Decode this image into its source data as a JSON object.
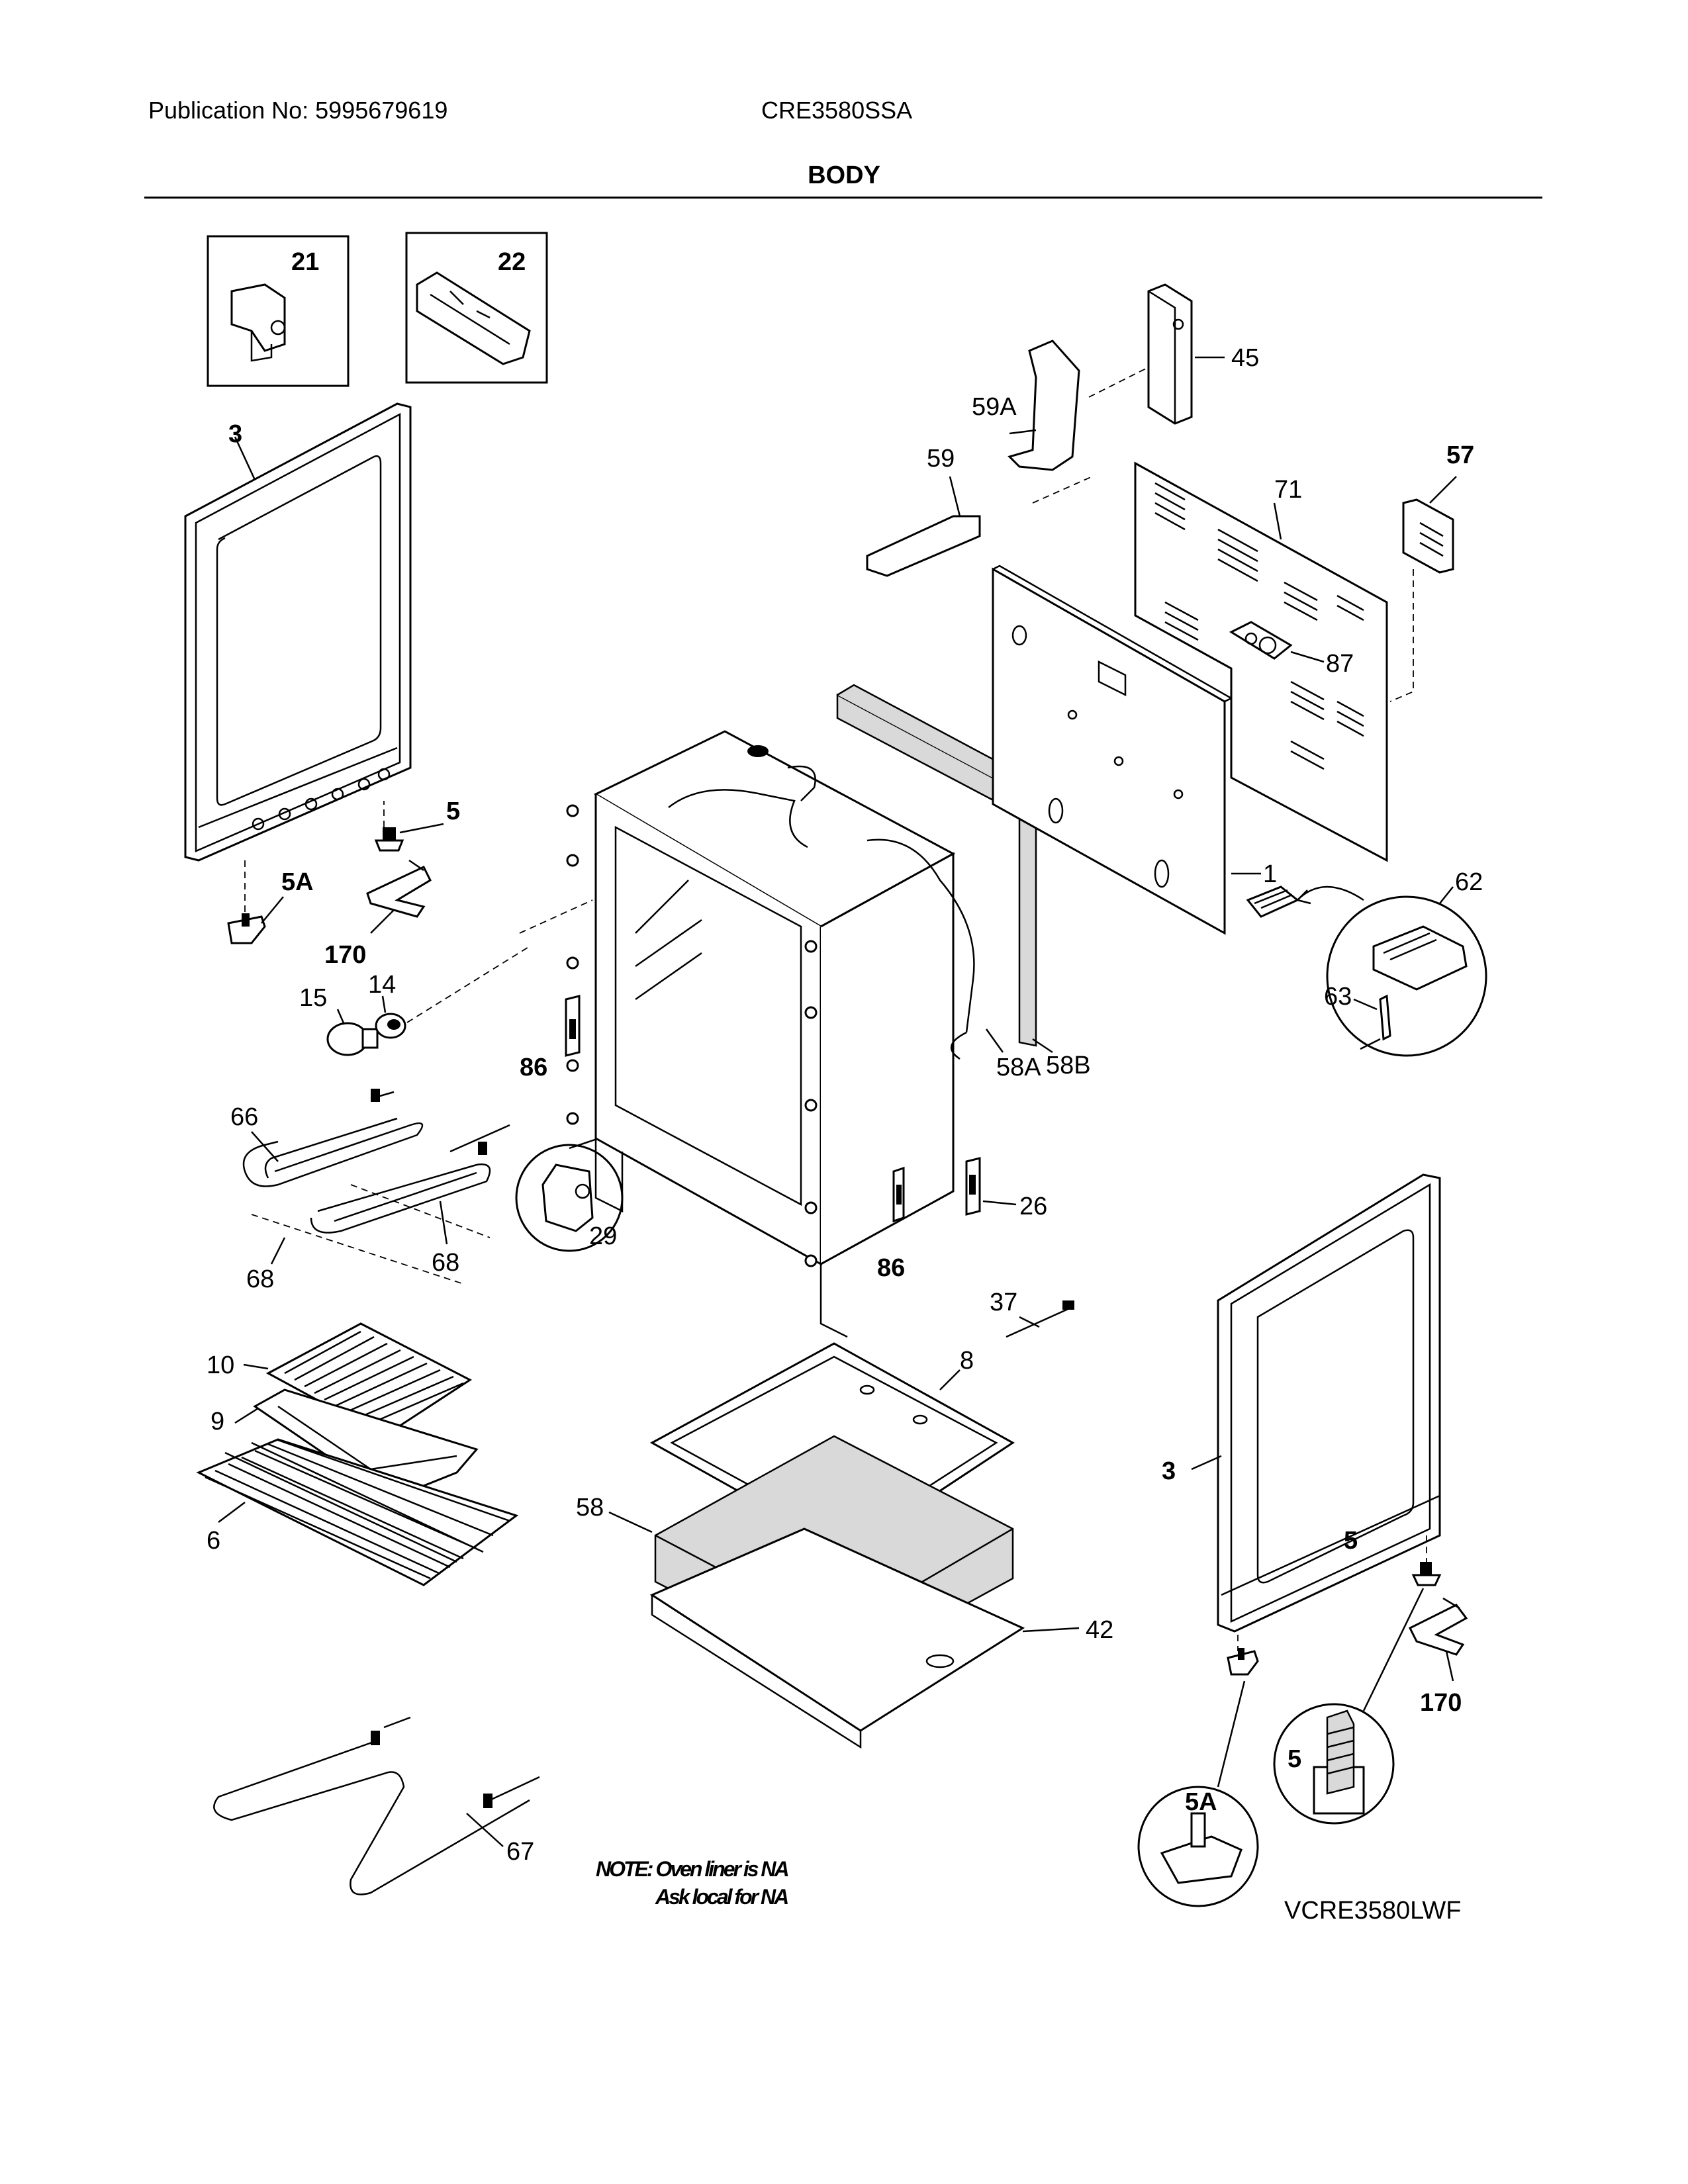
{
  "header": {
    "publication": "Publication No: 5995679619",
    "model": "CRE3580SSA",
    "section_title": "BODY"
  },
  "callouts": [
    "21",
    "22",
    "3",
    "5",
    "5A",
    "170",
    "14",
    "15",
    "86",
    "66",
    "68",
    "68",
    "29",
    "10",
    "9",
    "6",
    "67",
    "45",
    "59A",
    "59",
    "57",
    "71",
    "87",
    "1",
    "62",
    "63",
    "58A",
    "58B",
    "26",
    "86",
    "37",
    "8",
    "58",
    "42",
    "3",
    "5",
    "170",
    "5A",
    "5"
  ],
  "notes": {
    "line1": "NOTE: Oven liner is NA",
    "line2": "Ask local for NA"
  },
  "footer": {
    "diagram_code": "VCRE3580LWF"
  },
  "colors": {
    "ink": "#000000",
    "paper": "#ffffff",
    "shade": "#d9d9d9"
  }
}
